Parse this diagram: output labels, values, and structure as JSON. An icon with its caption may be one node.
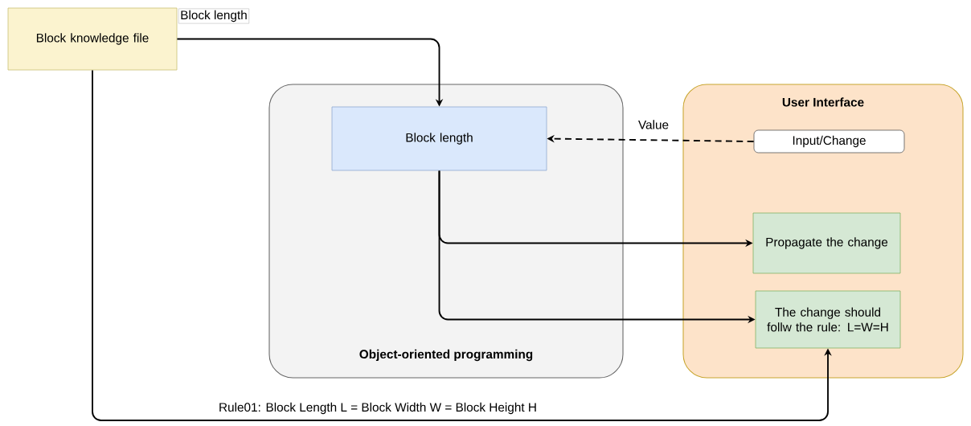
{
  "diagram": {
    "nodes": [
      {
        "text": [
          "Block knowledge file"
        ]
      },
      {
        "text": [
          "Object-oriented programming"
        ]
      },
      {
        "text": [
          "Block length"
        ],
        "in": 1
      },
      {
        "text": [
          "User Interface"
        ]
      },
      {
        "text": [
          "Input/Change"
        ],
        "in": 3
      },
      {
        "text": [
          "Propagate the change"
        ],
        "in": 3
      },
      {
        "text": [
          "The change should follw the rule: L=W=H"
        ],
        "in": 3
      }
    ],
    "edges": [
      {
        "from": 0,
        "to": 2,
        "arrow": "to",
        "label": "Block length"
      },
      {
        "from": 4,
        "to": 2,
        "arrow": "to",
        "label": "Value",
        "style": "dashed"
      },
      {
        "from": 2,
        "to": 5,
        "arrow": "to"
      },
      {
        "from": 2,
        "to": 6,
        "arrow": "to"
      },
      {
        "from": 0,
        "to": 6,
        "arrow": "to",
        "label": "Rule01: Block Length L = Block Width W = Block Height H"
      }
    ]
  }
}
